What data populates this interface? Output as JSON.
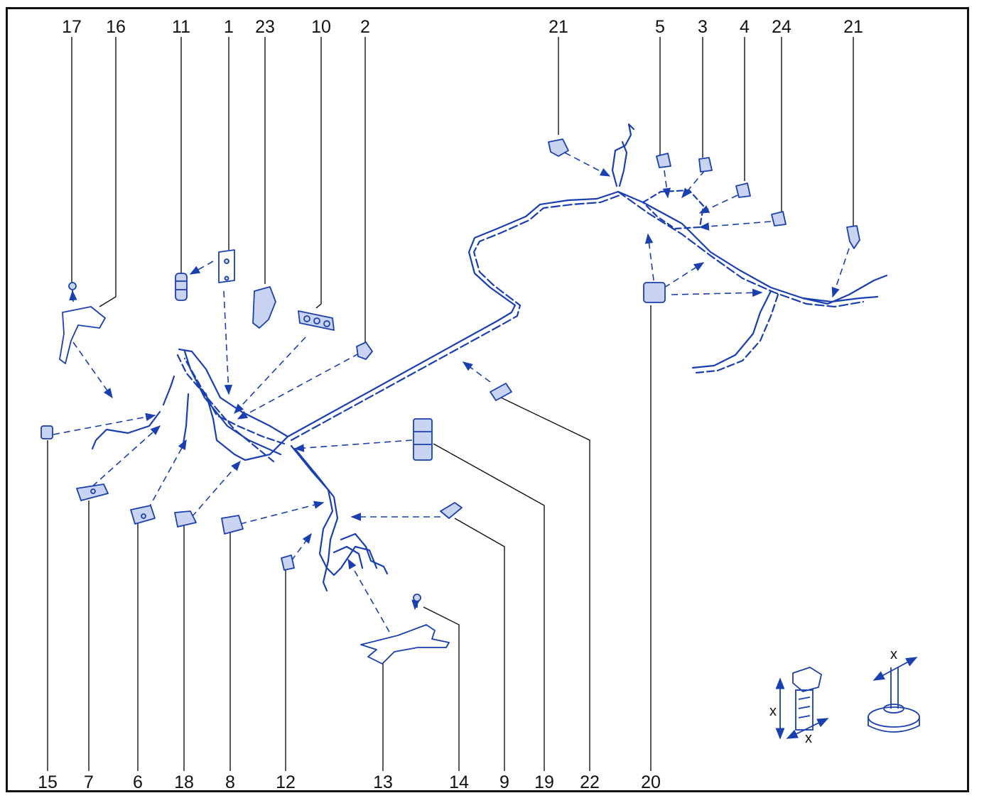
{
  "colors": {
    "ink": "#1a3fb0",
    "fill": "#c9d3f2",
    "text": "#111111"
  },
  "top_labels": [
    "17",
    "16",
    "11",
    "1",
    "23",
    "10",
    "2",
    "21",
    "5",
    "3",
    "4",
    "24",
    "21"
  ],
  "bottom_labels": [
    "15",
    "7",
    "6",
    "18",
    "8",
    "12",
    "13",
    "14",
    "9",
    "19",
    "22",
    "20"
  ],
  "detail_labels": [
    "x",
    "x",
    "x"
  ]
}
